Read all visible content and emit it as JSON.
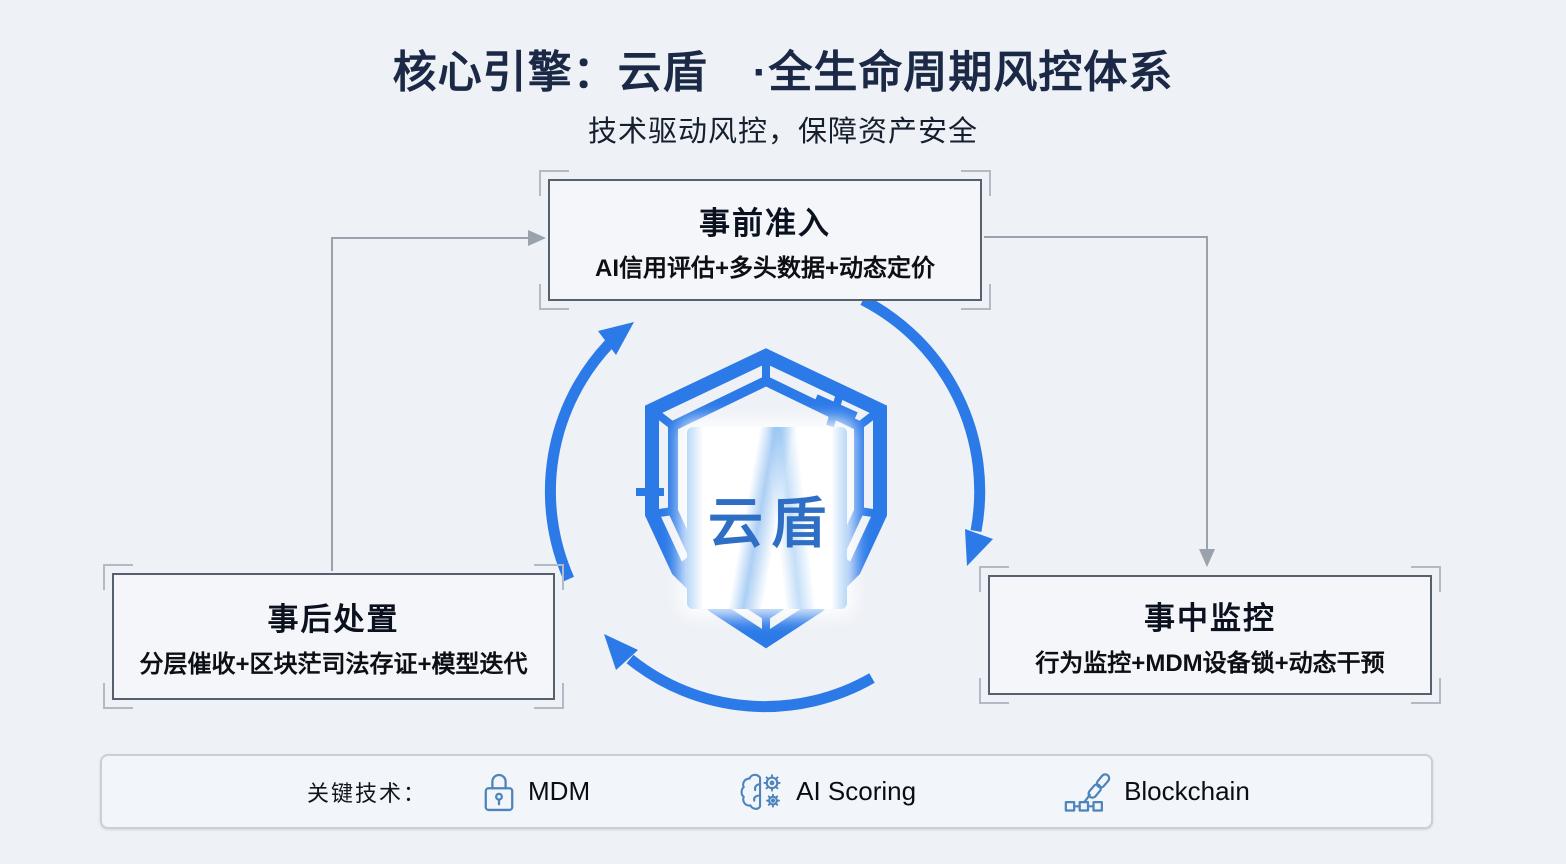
{
  "slide": {
    "title": "核心引擎：云盾　·全生命周期风控体系",
    "subtitle": "技术驱动风控，保障资产安全"
  },
  "shield": {
    "label": "云盾"
  },
  "stages": {
    "pre": {
      "title": "事前准入",
      "desc": "AI信用评估+多头数据+动态定价"
    },
    "mid": {
      "title": "事中监控",
      "desc": "行为监控+MDM设备锁+动态干预"
    },
    "post": {
      "title": "事后处置",
      "desc": "分层催收+区块茫司法存证+模型迭代"
    }
  },
  "footer": {
    "label": "关键技术：",
    "items": [
      {
        "icon": "lock-icon",
        "label": "MDM"
      },
      {
        "icon": "brain-gears-icon",
        "label": "AI Scoring"
      },
      {
        "icon": "blockchain-icon",
        "label": "Blockchain"
      }
    ]
  },
  "colors": {
    "background": "#eef1f6",
    "accent_blue": "#2b7ae8",
    "shield_text_blue": "#2e6ec5",
    "icon_steel_blue": "#4d84bb",
    "title_navy": "#1b2946",
    "connector_gray": "#9aa2ae",
    "box_border": "#57606e"
  }
}
